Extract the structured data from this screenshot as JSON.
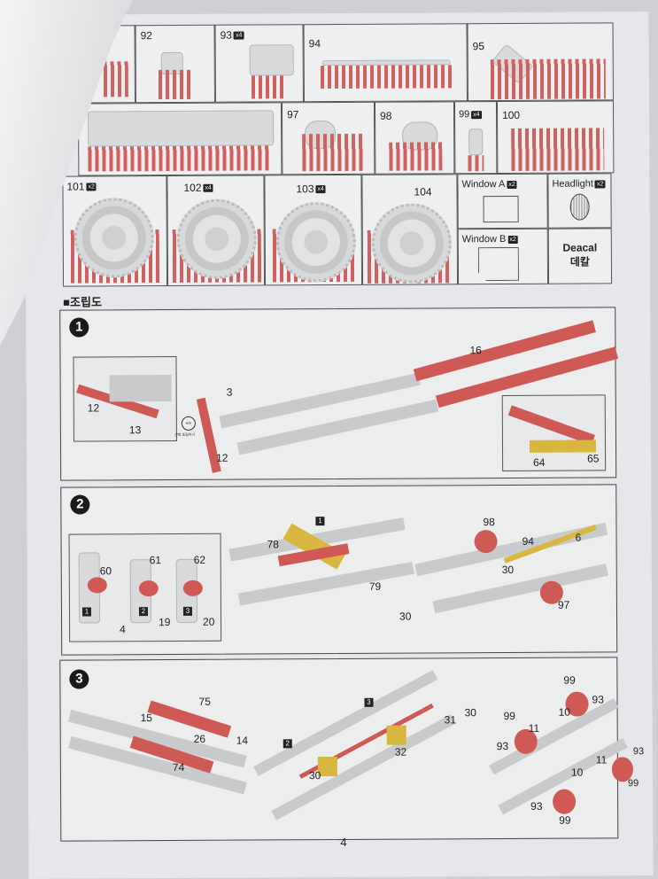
{
  "parts_row1": [
    {
      "num": "92"
    },
    {
      "num": "93",
      "qty": "x4"
    },
    {
      "num": "94"
    },
    {
      "num": "95"
    }
  ],
  "parts_row2": [
    {
      "num": "97"
    },
    {
      "num": "98"
    },
    {
      "num": "99",
      "qty": "x4"
    },
    {
      "num": "100"
    }
  ],
  "parts_row3": [
    {
      "num": "101",
      "qty": "x2"
    },
    {
      "num": "102",
      "qty": "x4"
    },
    {
      "num": "103",
      "qty": "x4"
    },
    {
      "num": "104"
    }
  ],
  "clear_parts": {
    "window_a": "Window A",
    "window_a_qty": "x2",
    "window_b": "Window B",
    "window_b_qty": "x2",
    "headlight": "Headlight",
    "headlight_qty": "x2",
    "decal": "Deacal",
    "decal_kr": "데칼"
  },
  "section_title": "■조립도",
  "step1": {
    "number": "1",
    "labels": [
      "12",
      "13",
      "12",
      "3",
      "16",
      "64",
      "65"
    ],
    "option_note": "선택 조립하기"
  },
  "step2": {
    "number": "2",
    "labels": [
      "60",
      "61",
      "62",
      "1",
      "2",
      "3",
      "4",
      "19",
      "20",
      "78",
      "1",
      "79",
      "30",
      "98",
      "94",
      "6",
      "30",
      "97"
    ]
  },
  "step3": {
    "number": "3",
    "labels": [
      "75",
      "15",
      "26",
      "14",
      "74",
      "3",
      "2",
      "31",
      "30",
      "32",
      "30",
      "99",
      "93",
      "10",
      "99",
      "11",
      "93",
      "93",
      "11",
      "10",
      "99",
      "93",
      "99"
    ]
  },
  "page_number": "4"
}
